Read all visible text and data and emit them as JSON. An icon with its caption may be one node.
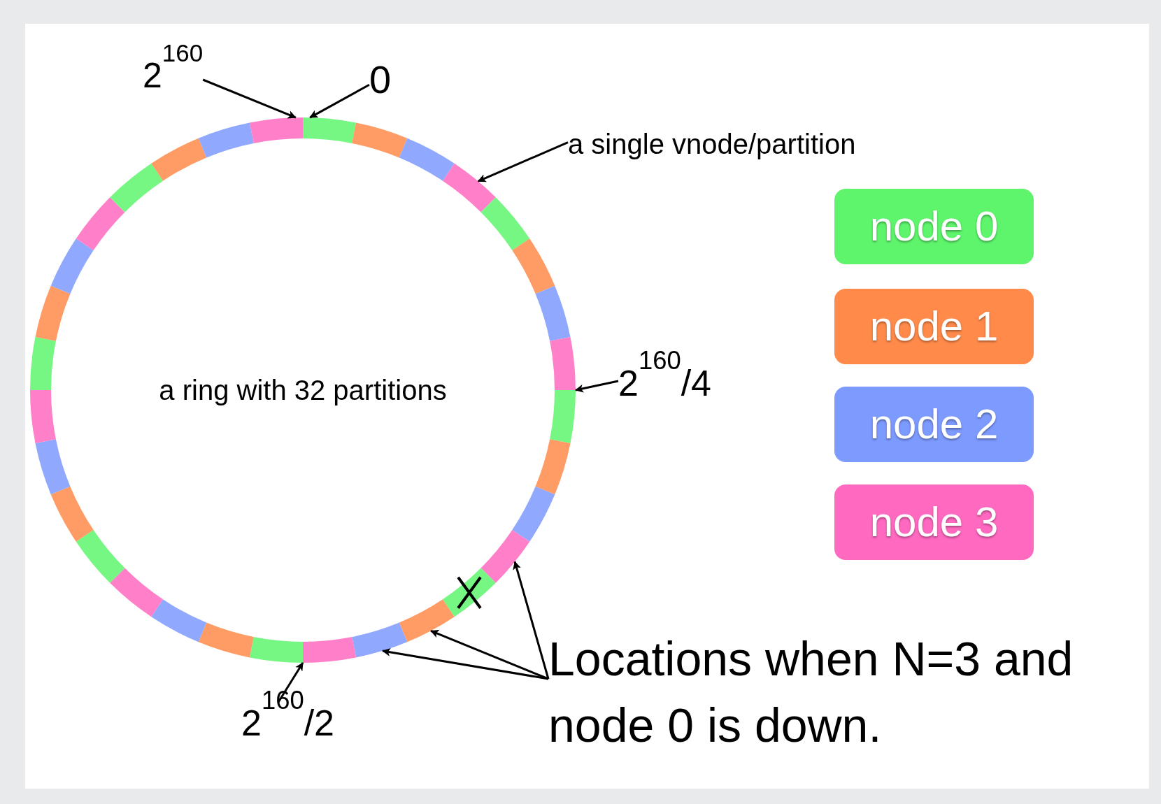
{
  "diagram": {
    "nodes": [
      {
        "text": [
          "a ring with 32 partitions"
        ]
      },
      {
        "text": [
          "2$^{160}$"
        ]
      },
      {
        "text": [
          "0"
        ]
      },
      {
        "text": [
          "a single vnode/partition"
        ]
      },
      {
        "text": [
          "2$^{160}$/4"
        ]
      },
      {
        "text": [
          "2$^{160}$/2"
        ]
      },
      {
        "text": [
          "Locations when N=3 and node 0 is down."
        ]
      }
    ],
    "edges": [
      {
        "from": 1,
        "to": 0,
        "arrow": "to"
      },
      {
        "from": 2,
        "to": 0,
        "arrow": "to"
      },
      {
        "from": 3,
        "to": 0,
        "arrow": "to"
      },
      {
        "from": 4,
        "to": 0,
        "arrow": "to"
      },
      {
        "from": 5,
        "to": 0,
        "arrow": "to"
      },
      {
        "from": 6,
        "to": 0,
        "arrow": "to"
      },
      {
        "from": 6,
        "to": 0,
        "arrow": "to"
      },
      {
        "from": 6,
        "to": 0,
        "arrow": "to"
      }
    ],
    "legend": [
      {
        "text": "node 0",
        "color": "#5ef56c"
      },
      {
        "text": "node 1",
        "color": "#ff8a4a"
      },
      {
        "text": "node 2",
        "color": "#7d9aff"
      },
      {
        "text": "node 3",
        "color": "#ff69c0"
      }
    ]
  }
}
